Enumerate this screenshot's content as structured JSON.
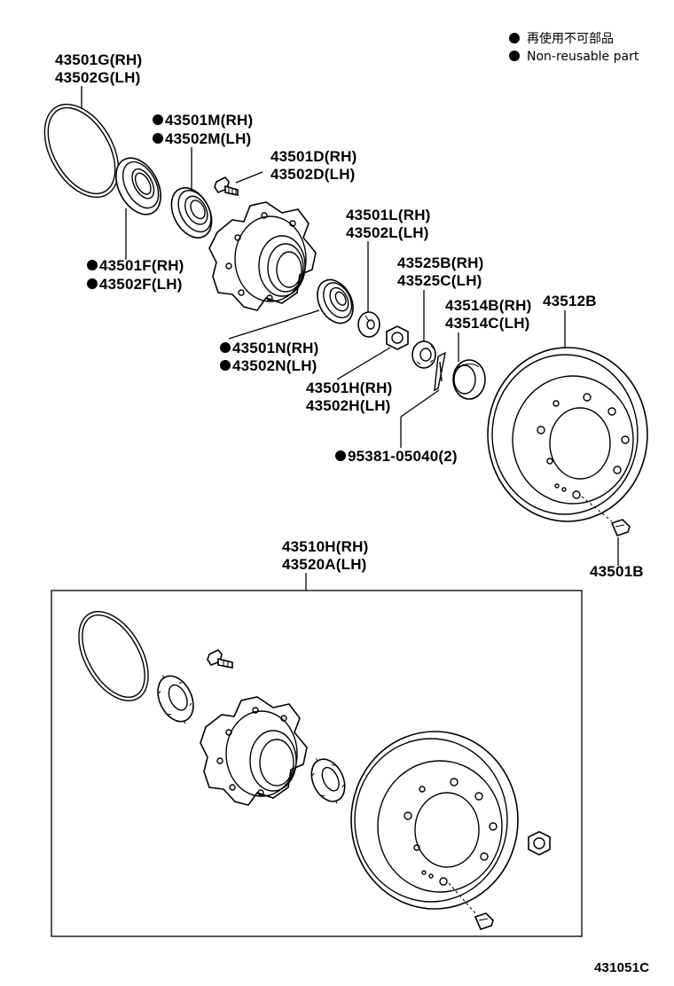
{
  "legend": {
    "jp": "再使用不可部品",
    "en": "Non-reusable part"
  },
  "labels": {
    "p43501G": "43501G(RH)",
    "p43502G": "43502G(LH)",
    "p43501M": "43501M(RH)",
    "p43502M": "43502M(LH)",
    "p43501D": "43501D(RH)",
    "p43502D": "43502D(LH)",
    "p43501L": "43501L(RH)",
    "p43502L": "43502L(LH)",
    "p43501F": "43501F(RH)",
    "p43502F": "43502F(LH)",
    "p43525B": "43525B(RH)",
    "p43525C": "43525C(LH)",
    "p43514B": "43514B(RH)",
    "p43514C": "43514C(LH)",
    "p43512B": "43512B",
    "p43501N": "43501N(RH)",
    "p43502N": "43502N(LH)",
    "p43501H": "43501H(RH)",
    "p43502H": "43502H(LH)",
    "p95381": "95381-05040(2)",
    "p43510H": "43510H(RH)",
    "p43520A": "43520A(LH)",
    "p43501B": "43501B"
  },
  "figure_id": "431051C"
}
